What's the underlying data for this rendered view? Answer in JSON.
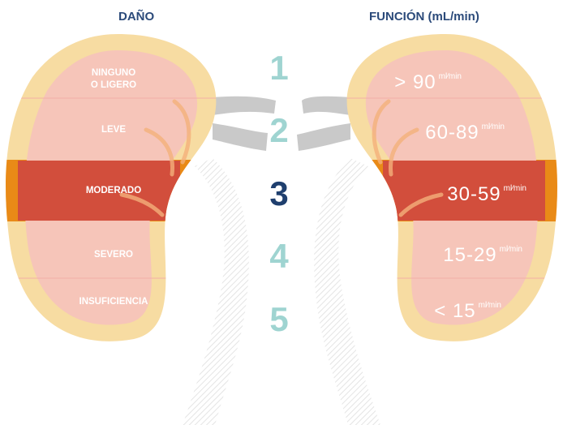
{
  "headers": {
    "damage": "DAÑO",
    "function": "FUNCIÓN (mL/min)"
  },
  "stages": [
    {
      "number": "1",
      "damage": "NINGUNO\nO LIGERO",
      "function": "> 90",
      "unit": "ml⁄min"
    },
    {
      "number": "2",
      "damage": "LEVE",
      "function": "60-89",
      "unit": "ml⁄min"
    },
    {
      "number": "3",
      "damage": "MODERADO",
      "function": "30-59",
      "unit": "ml⁄min"
    },
    {
      "number": "4",
      "damage": "SEVERO",
      "function": "15-29",
      "unit": "ml⁄min"
    },
    {
      "number": "5",
      "damage": "INSUFICIENCIA",
      "function": "< 15",
      "unit": "ml⁄min"
    }
  ],
  "colors": {
    "heading": "#2b4a7a",
    "stage_active": "#1f3f6e",
    "stage_inactive": "#9fd4d1",
    "kidney_outline": "#f7dca2",
    "kidney_fill": "#f6c3bb",
    "highlight_band": "#d24e3c",
    "highlight_edge": "#e98a17",
    "vessel": "#c9c9c9"
  },
  "icons": [
    "kidney-left-icon",
    "kidney-right-icon"
  ]
}
